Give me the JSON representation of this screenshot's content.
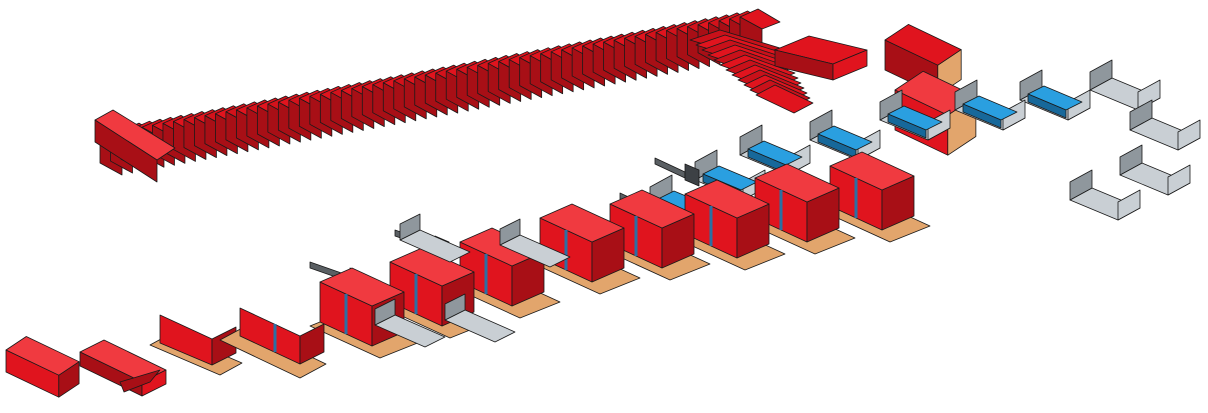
{
  "palette": {
    "carton_red": "#e0141e",
    "carton_red_dark": "#a80f16",
    "carton_red_light": "#f03a40",
    "carton_flap_tan": "#e2a56c",
    "carton_flap_tan_dark": "#b8794a",
    "tray_grey": "#c9cfd4",
    "tray_grey_dark": "#8f979d",
    "product_blue": "#2a9fe0",
    "product_blue_dark": "#17689a",
    "pusher_dark": "#5a5f63",
    "glue_strip": "#2c6fa3"
  },
  "icons": {
    "flat_carton_stack": "stacked-flat-carton-blanks",
    "carton": "red-folding-carton",
    "tray": "grey-product-tray",
    "product": "blue-product-block",
    "pusher": "insertion-pusher-arm"
  }
}
